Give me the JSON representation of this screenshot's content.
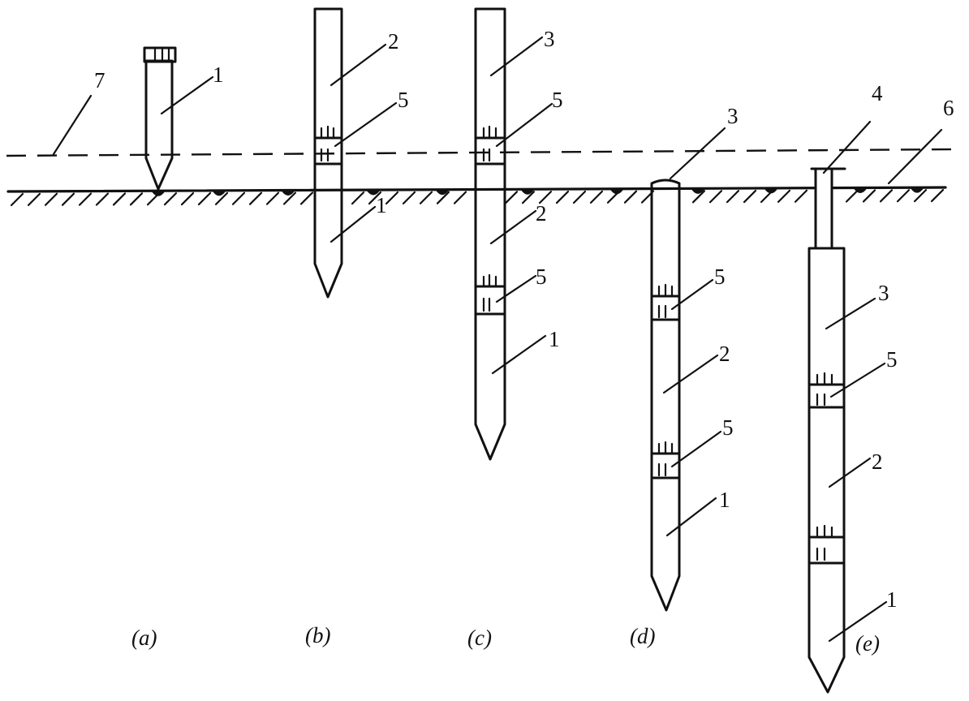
{
  "labels": {
    "a": {
      "pile": "1",
      "water_line": "7"
    },
    "b": {
      "upper": "2",
      "joint": "5",
      "lower": "1"
    },
    "c": {
      "top": "3",
      "joint_top": "5",
      "middle": "2",
      "joint_bottom": "5",
      "bottom": "1"
    },
    "d": {
      "cap": "3",
      "joint_top": "5",
      "middle": "2",
      "joint_bottom": "5",
      "bottom": "1"
    },
    "e": {
      "follower": "4",
      "ground": "6",
      "top": "3",
      "joint": "5",
      "middle": "2",
      "bottom": "1"
    }
  },
  "captions": {
    "a": "(a)",
    "b": "(b)",
    "c": "(c)",
    "d": "(d)",
    "e": "(e)"
  }
}
